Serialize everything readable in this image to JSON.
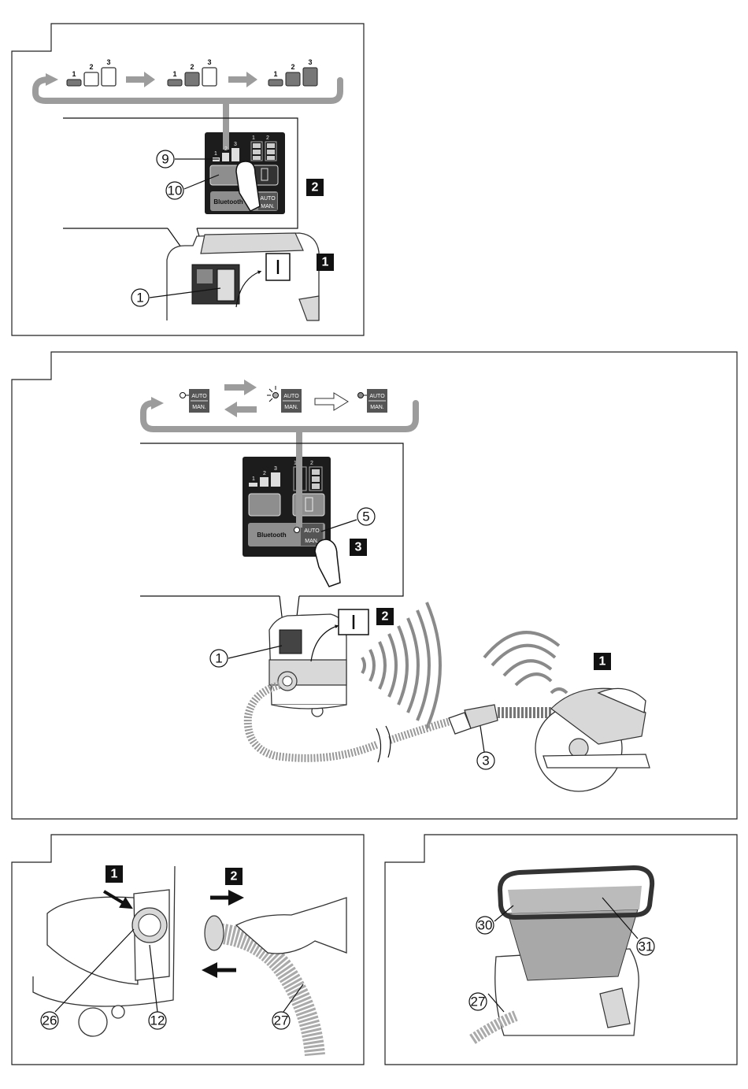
{
  "figure_a": {
    "level_numbers": [
      "1",
      "2",
      "3"
    ],
    "callouts": {
      "c9": "9",
      "c10": "10",
      "c1": "1"
    },
    "steps": {
      "s1": "1",
      "s2": "2"
    },
    "switch_on_symbol": "I",
    "panel_text": {
      "bluetooth": "Bluetooth",
      "auto": "AUTO",
      "man": "MAN.",
      "bat1": "1",
      "bat2": "2"
    }
  },
  "figure_b": {
    "mode_labels": {
      "auto": "AUTO",
      "man": "MAN."
    },
    "level_numbers": [
      "1",
      "2",
      "3"
    ],
    "callouts": {
      "c5": "5",
      "c1": "1",
      "c3": "3"
    },
    "steps": {
      "s1": "1",
      "s2": "2",
      "s3": "3"
    },
    "switch_on_symbol": "I",
    "panel_text": {
      "bluetooth": "Bluetooth",
      "auto": "AUTO",
      "man": "MAN.",
      "bat1": "1",
      "bat2": "2"
    }
  },
  "figure_c": {
    "steps": {
      "s1": "1",
      "s2": "2"
    },
    "callouts": {
      "c26": "26",
      "c12": "12",
      "c27": "27"
    }
  },
  "figure_d": {
    "callouts": {
      "c30": "30",
      "c31": "31",
      "c27": "27"
    }
  }
}
